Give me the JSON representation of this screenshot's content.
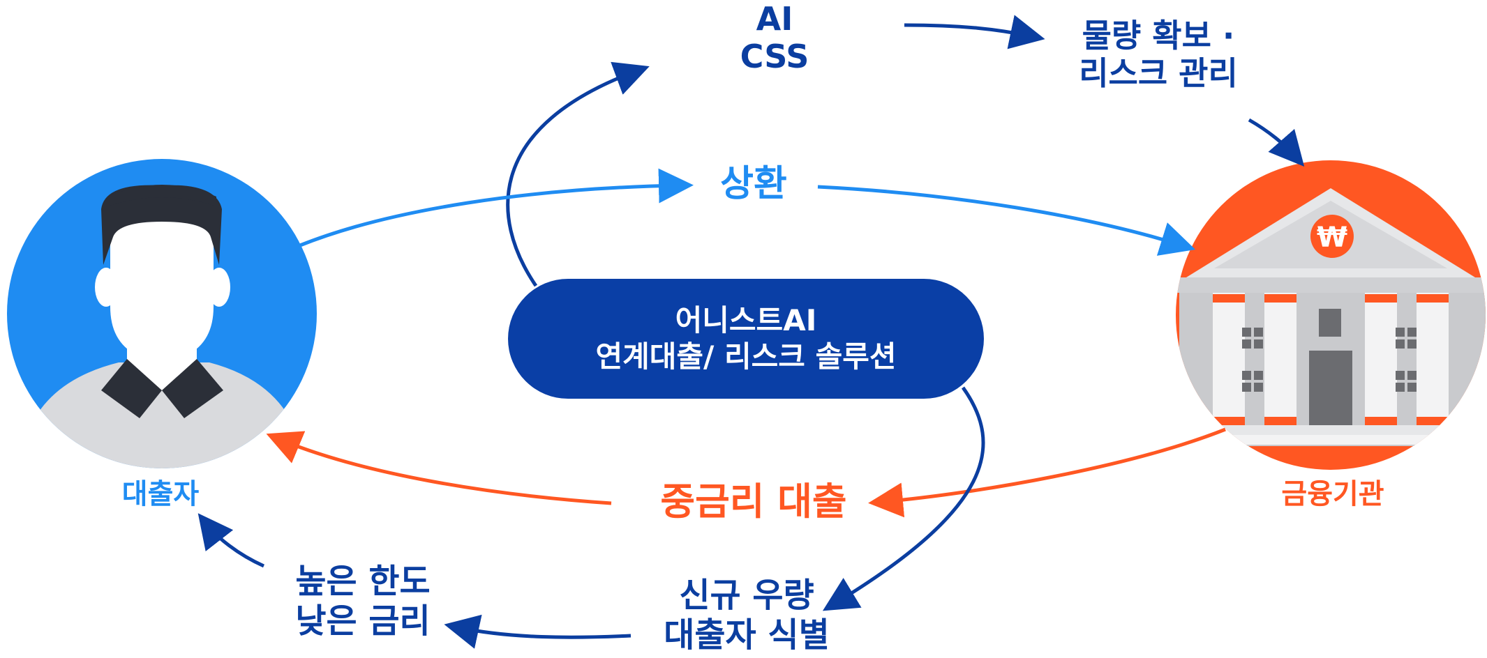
{
  "nodes": {
    "ai_css": {
      "line1": "AI",
      "line2": "CSS"
    },
    "secure_volume": {
      "line1": "물량 확보 ·",
      "line2": "리스크 관리"
    },
    "repayment": "상환",
    "center_solution": {
      "line1": "어니스트AI",
      "line2": "연계대출/ 리스크 솔루션"
    },
    "mid_rate_loan": "중금리 대출",
    "borrower": "대출자",
    "financial_institution": "금융기관",
    "new_borrower": {
      "line1": "신규 우량",
      "line2": "대출자 식별"
    },
    "limit_rate": {
      "line1": "높은 한도",
      "line2": "낮은 금리"
    },
    "bank_badge": "₩"
  },
  "colors": {
    "navy": "#0b3ea0",
    "sky": "#1f8cf2",
    "orange": "#ff5722",
    "center_fill": "#0a3fa6"
  }
}
